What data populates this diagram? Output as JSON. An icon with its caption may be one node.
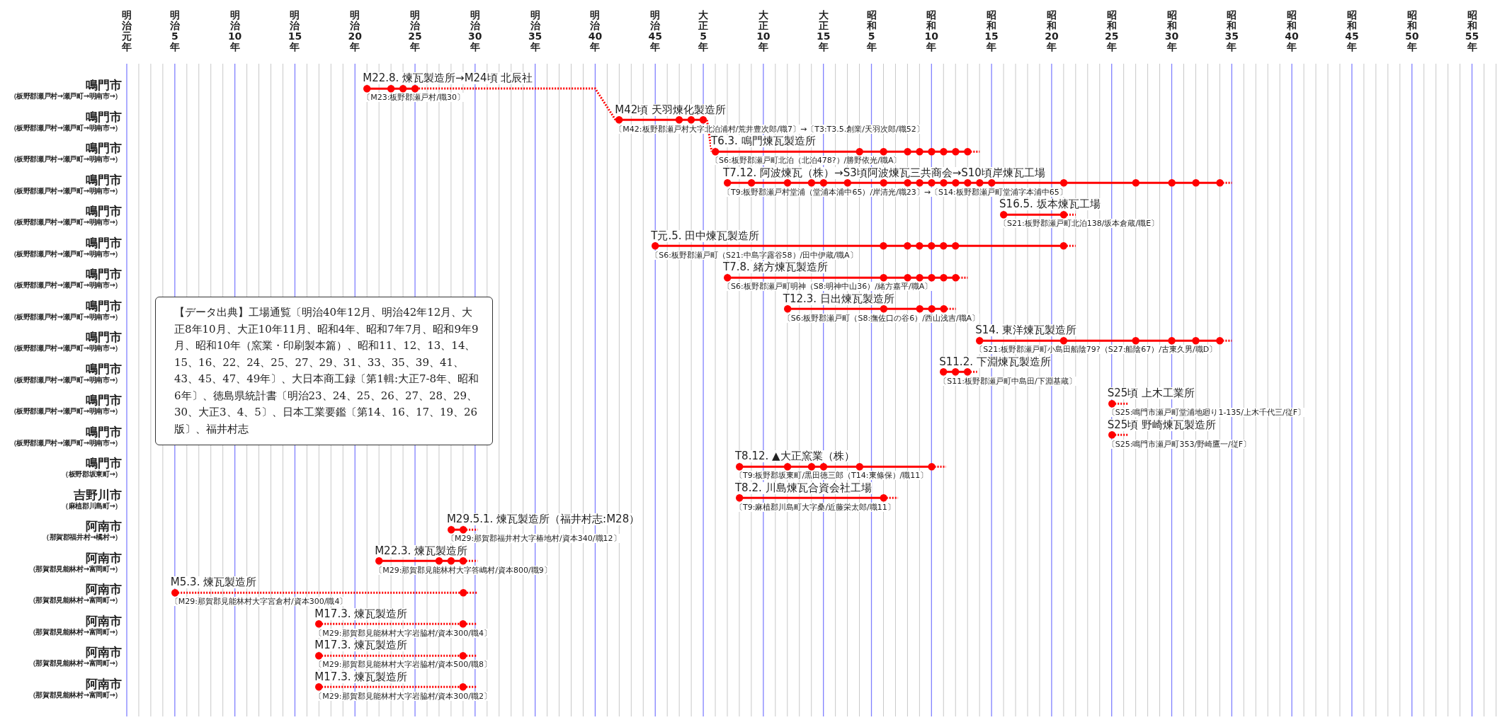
{
  "diagram": {
    "nodes": [
      {
        "text": [],
        "shape": "bar",
        "beside": [
          "M22.8. 煉瓦製造所→M24頃 北辰社",
          "〔M23:板野郡瀬戸村/職30〕"
        ]
      },
      {
        "text": [],
        "shape": "bar",
        "beside": [
          "M42頃 天羽煉化製造所",
          "〔M42:板野郡瀬戸村大字北泊浦村/荒井豊次郎/職7〕→〔T3:T3.5.創業/天羽次郎/職52〕"
        ]
      },
      {
        "text": [],
        "shape": "bar",
        "beside": [
          "T6.3. 鳴門煉瓦製造所",
          "〔S6:板野郡瀬戸町北泊（北泊478?）/勝野依光/職A〕"
        ]
      },
      {
        "text": [],
        "shape": "bar",
        "beside": [
          "T7.12. 阿波煉瓦（株）→S3頃阿波煉瓦三共商会→S10頃岸煉瓦工場",
          "〔T9:板野郡瀬戸村堂浦（堂浦本浦中65）/岸清光/職23〕→〔S14:板野郡瀬戸町堂浦字本浦中65〕"
        ]
      },
      {
        "text": [],
        "shape": "bar",
        "beside": [
          "S16.5. 坂本煉瓦工場",
          "〔S21:板野郡瀬戸町北泊138/坂本倉蔵/職E〕"
        ]
      },
      {
        "text": [],
        "shape": "bar",
        "beside": [
          "T元.5. 田中煉瓦製造所",
          "〔S6:板野郡瀬戸町（S21:中島字露谷58）/田中伊蔵/職A〕"
        ]
      },
      {
        "text": [],
        "shape": "bar",
        "beside": [
          "T7.8. 緒方煉瓦製造所",
          "〔S6:板野郡瀬戸町明神（S8:明神中山36）/緒方嘉平/職A〕"
        ]
      },
      {
        "text": [],
        "shape": "bar",
        "beside": [
          "T12.3. 日出煉瓦製造所",
          "〔S6:板野郡瀬戸町（S8:撫佐口の谷6）/西山浅吉/職A〕"
        ]
      },
      {
        "text": [],
        "shape": "bar",
        "beside": [
          "S14. 東洋煉瓦製造所",
          "〔S21:板野郡瀬戸町小島田船陰79?（S27:船陰67）/古東久男/職D〕"
        ]
      },
      {
        "text": [],
        "shape": "bar",
        "beside": [
          "S11.2. 下淵煉瓦製造所",
          "〔S11:板野郡瀬戸町中島田/下淵基蔵〕"
        ]
      },
      {
        "text": [],
        "shape": "bar",
        "beside": [
          "S25頃 上木工業所",
          "〔S25:鳴門市瀬戸町堂浦地廻り1-135/上木千代三/従F〕"
        ]
      },
      {
        "text": [],
        "shape": "bar",
        "beside": [
          "S25頃 野崎煉瓦製造所",
          "〔S25:鳴門市瀬戸町353/野崎鷹一/従F〕"
        ]
      },
      {
        "text": [],
        "shape": "bar",
        "beside": [
          "T8.12. ▲大正窯業（株）",
          "〔T9:板野郡坂東町/黒田徳三郎（T14:東條保）/職11〕"
        ]
      },
      {
        "text": [],
        "shape": "bar",
        "beside": [
          "T8.2. 川島煉瓦合資会社工場",
          "〔T9:麻植郡川島町大字桑/近藤栄太郎/職11〕"
        ]
      },
      {
        "text": [],
        "shape": "bar",
        "beside": [
          "M29.5.1. 煉瓦製造所（福井村志:M28）",
          "〔M29:那賀郡福井村大字椿地村/資本340/職12〕"
        ]
      },
      {
        "text": [],
        "shape": "bar",
        "beside": [
          "M22.3. 煉瓦製造所",
          "〔M29:那賀郡見能林村大字答嶋村/資本800/職9〕"
        ]
      },
      {
        "text": [],
        "shape": "bar",
        "beside": [
          "M5.3. 煉瓦製造所",
          "〔M29:那賀郡見能林村大字宮倉村/資本300/職4〕"
        ]
      },
      {
        "text": [],
        "shape": "bar",
        "beside": [
          "M17.3. 煉瓦製造所",
          "〔M29:那賀郡見能林村大字岩脇村/資本300/職4〕"
        ]
      },
      {
        "text": [],
        "shape": "bar",
        "beside": [
          "M17.3. 煉瓦製造所",
          "〔M29:那賀郡見能林村大字岩脇村/資本500/職8〕"
        ]
      },
      {
        "text": [],
        "shape": "bar",
        "beside": [
          "M17.3. 煉瓦製造所",
          "〔M29:那賀郡見能林村大字岩脇村/資本300/職2〕"
        ]
      },
      {
        "text": [
          "【データ出典】工場通覧〔明治40年12月、明治42年12月、大正8年10月、大正10年11月、昭和4年、昭和7年7月、昭和9年9月、昭和10年（窯業・印刷製本篇）、昭和11、12、13、14、15、16、22、24、25、27、29、31、33、35、39、41、43、45、47、49年〕、大日本商工録〔第1輯:大正7-8年、昭和6年〕、徳島県統計書〔明治23、24、25、26、27、28、29、30、大正3、4、5〕、日本工業要鑑〔第14、16、17、19、26版〕、福井村志"
        ]
      }
    ],
    "edges": [
      {
        "from": 0,
        "to": 1,
        "arrow": "none",
        "style": "dashed"
      },
      {
        "from": 1,
        "to": 2,
        "arrow": "none",
        "style": "dashed"
      }
    ],
    "labels": [
      "明治元年",
      "明治5年",
      "明治10年",
      "明治15年",
      "明治20年",
      "明治25年",
      "明治30年",
      "明治35年",
      "明治40年",
      "明治45年",
      "大正5年",
      "大正10年",
      "大正15年",
      "昭和5年",
      "昭和10年",
      "昭和15年",
      "昭和20年",
      "昭和25年",
      "昭和30年",
      "昭和35年",
      "昭和40年",
      "昭和45年",
      "昭和50年",
      "昭和55年",
      "鳴門市",
      "（板野郡瀬戸村→瀬戸町→明南市→）",
      "鳴門市",
      "（板野郡瀬戸村→瀬戸町→明南市→）",
      "鳴門市",
      "（板野郡瀬戸村→瀬戸町→明南市→）",
      "鳴門市",
      "（板野郡瀬戸村→瀬戸町→明南市→）",
      "鳴門市",
      "（板野郡瀬戸村→瀬戸町→明南市→）",
      "鳴門市",
      "（板野郡瀬戸村→瀬戸町→明南市→）",
      "鳴門市",
      "（板野郡瀬戸村→瀬戸町→明南市→）",
      "鳴門市",
      "（板野郡瀬戸村→瀬戸町→明南市→）",
      "鳴門市",
      "（板野郡瀬戸村→瀬戸町→明南市→）",
      "鳴門市",
      "（板野郡瀬戸村→瀬戸町→明南市→）",
      "鳴門市",
      "（板野郡瀬戸村→瀬戸町→明南市→）",
      "鳴門市",
      "（板野郡瀬戸村→瀬戸町→明南市→）",
      "鳴門市",
      "（板野郡坂東町→）",
      "吉野川市",
      "（麻植郡川島町→）",
      "阿南市",
      "（那賀郡福井村→橘村→）",
      "阿南市",
      "（那賀郡見能林村→富岡町→）",
      "阿南市",
      "（那賀郡見能林村→富岡町→）",
      "阿南市",
      "（那賀郡見能林村→富岡町→）",
      "阿南市",
      "（那賀郡見能林村→富岡町→）",
      "阿南市",
      "（那賀郡見能林村→富岡町→）"
    ]
  }
}
